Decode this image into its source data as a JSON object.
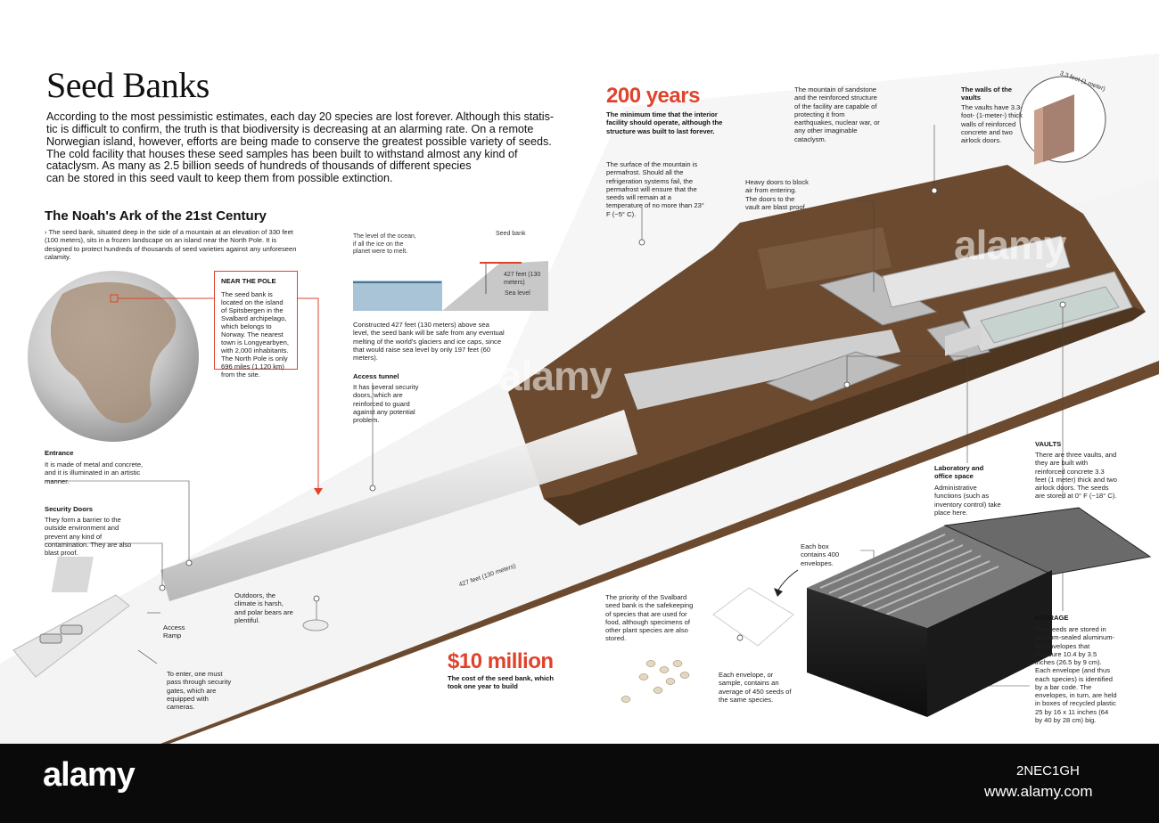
{
  "title": "Seed Banks",
  "intro_lines": [
    "According to the most pessimistic estimates, each day 20 species are lost forever. Although this statis-",
    "tic is difficult to confirm, the truth is that biodiversity is decreasing at an alarming rate. On a remote",
    "Norwegian island, however, efforts are being made to conserve the greatest possible variety of seeds.",
    "The cold facility that houses these seed samples has been built to withstand almost any kind of",
    "cataclysm. As many as 2.5 billion seeds of hundreds of thousands of different species",
    "can be stored in this seed vault to keep them from possible extinction."
  ],
  "subtitle": "The Noah's Ark of the 21st Century",
  "sub_intro": "› The seed bank, situated deep in the side of a mountain at an elevation of 330 feet (100 meters), sits in a frozen landscape on an island near the North Pole. It is designed to protect hundreds of thousands of seed varieties against any unforeseen calamity.",
  "near_pole": {
    "heading": "NEAR THE POLE",
    "text": "The seed bank is located on the island of Spitsbergen in the Svalbard archipelago, which belongs to Norway. The nearest town is Longyearbyen, with 2,000 inhabitants. The North Pole is only 696 miles (1,120 km) from the site."
  },
  "years": {
    "value": "200 years",
    "text": "The minimum time that the interior facility should operate, although the structure was built to last forever."
  },
  "mountain_note": "The mountain of sandstone and the reinforced structure of the facility are capable of protecting it from earthquakes, nuclear war, or any other imaginable cataclysm.",
  "walls": {
    "heading": "The walls of the vaults",
    "text": "The vaults have 3.3-foot- (1-meter-) thick walls of reinforced concrete and two airlock doors.",
    "measure": "3.3 feet (1 meter)"
  },
  "permafrost": "The surface of the mountain is permafrost. Should all the refrigeration systems fail, the permafrost will ensure that the seeds will remain at a temperature of no more than 23° F (−5° C).",
  "heavy_doors": "Heavy doors to block air from entering. The doors to the vault are blast proof.",
  "sea_diagram": {
    "ocean_label": "The level of the ocean, if all the ice on the planet were to melt.",
    "seed_bank_label": "Seed bank",
    "height_label": "427 feet (130 meters)",
    "sea_level_label": "Sea level",
    "caption": "Constructed 427 feet (130 meters) above sea level, the seed bank will be safe from any eventual melting of the world's glaciers and ice caps, since that would raise sea level by only 197 feet (60 meters)."
  },
  "access_tunnel": {
    "heading": "Access tunnel",
    "text": "It has several security doors, which are reinforced to guard against any potential problem."
  },
  "entrance": {
    "heading": "Entrance",
    "text": "It is made of metal and concrete, and it is illuminated in an artistic manner."
  },
  "security_doors": {
    "heading": "Security Doors",
    "text": "They form a barrier to the outside environment and prevent any kind of contamination. They are also blast proof."
  },
  "outdoors": "Outdoors, the climate is harsh, and polar bears are plentiful.",
  "access_ramp": "Access Ramp",
  "gates": "To enter, one must pass through security gates, which are equipped with cameras.",
  "tunnel_length": "427 feet (130 meters)",
  "cost": {
    "value": "$10 million",
    "text": "The cost of the seed bank, which took one year to build"
  },
  "laboratory": {
    "heading": "Laboratory and office space",
    "text": "Administrative functions (such as inventory control) take place here."
  },
  "vaults": {
    "heading": "VAULTS",
    "text": "There are three vaults, and they are built with reinforced concrete 3.3 feet (1 meter) thick and two airlock doors. The seeds are stored at 0° F (−18° C)."
  },
  "box_note": "Each box contains 400 envelopes.",
  "priority": "The priority of the Svalbard seed bank is the safekeeping of species that are used for food, although specimens of other plant species are also stored.",
  "envelope_note": "Each envelope, or sample, contains an average of 450 seeds of the same species.",
  "storage": {
    "heading": "STORAGE",
    "text": "The seeds are stored in vacuum-sealed aluminum-foil envelopes that measure 10.4 by 3.5 inches (26.5 by 9 cm). Each envelope (and thus each species) is identified by a bar code. The envelopes, in turn, are held in boxes of recycled plastic 25 by 16 x 11 inches (64 by 40 by 28 cm) big."
  },
  "watermark": "alamy",
  "footer": {
    "logo": "alamy",
    "image_id": "2NEC1GH",
    "url": "www.alamy.com"
  },
  "colors": {
    "accent": "#e0432c",
    "soil": "#6b4a2f",
    "footer": "#0a0a0a"
  }
}
